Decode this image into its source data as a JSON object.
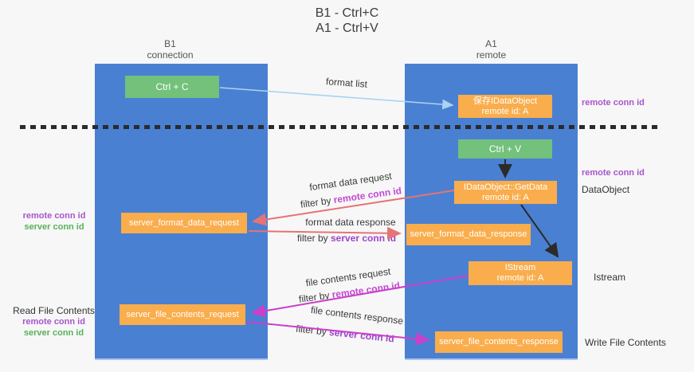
{
  "title": {
    "line1": "B1 - Ctrl+C",
    "line2": "A1 - Ctrl+V"
  },
  "columns": {
    "left": {
      "name": "B1",
      "role": "connection"
    },
    "right": {
      "name": "A1",
      "role": "remote"
    }
  },
  "nodes": {
    "ctrl_c": "Ctrl + C",
    "ctrl_v": "Ctrl + V",
    "save_dataobject_line1": "保存IDataObject",
    "save_dataobject_line2": "remote id: A",
    "getdata_line1": "IDataObject::GetData",
    "getdata_line2": "remote id: A",
    "istream_line1": "IStream",
    "istream_line2": "remote id: A",
    "server_format_data_request": "server_format_data_request",
    "server_format_data_response": "server_format_data_response",
    "server_file_contents_request": "server_file_contents_request",
    "server_file_contents_response": "server_file_contents_response"
  },
  "labels": {
    "remote_conn_id": "remote conn id",
    "server_conn_id": "server conn id",
    "dataobject": "DataObject",
    "istream": "Istream",
    "write_file_contents": "Write File Contents",
    "read_file_contents": "Read File Contents"
  },
  "arrows": {
    "format_list": "format list",
    "format_data_request": "format data request",
    "format_data_response": "format data response",
    "file_contents_request": "file contents request",
    "file_contents_response": "file contents response",
    "filter_by": "filter by"
  },
  "colors": {
    "column_blue": "#4a80d2",
    "box_green": "#73c17b",
    "box_orange": "#f9ad4c",
    "label_purple": "#a855cc",
    "label_green": "#58b158",
    "highlight_magenta": "#c24ad2",
    "highlight_purple": "#9c46c8",
    "arrow_salmon": "#e57474",
    "arrow_magenta": "#cb3fcb",
    "arrow_lightblue": "#a9d3ef",
    "arrow_black": "#2b2b2b"
  }
}
